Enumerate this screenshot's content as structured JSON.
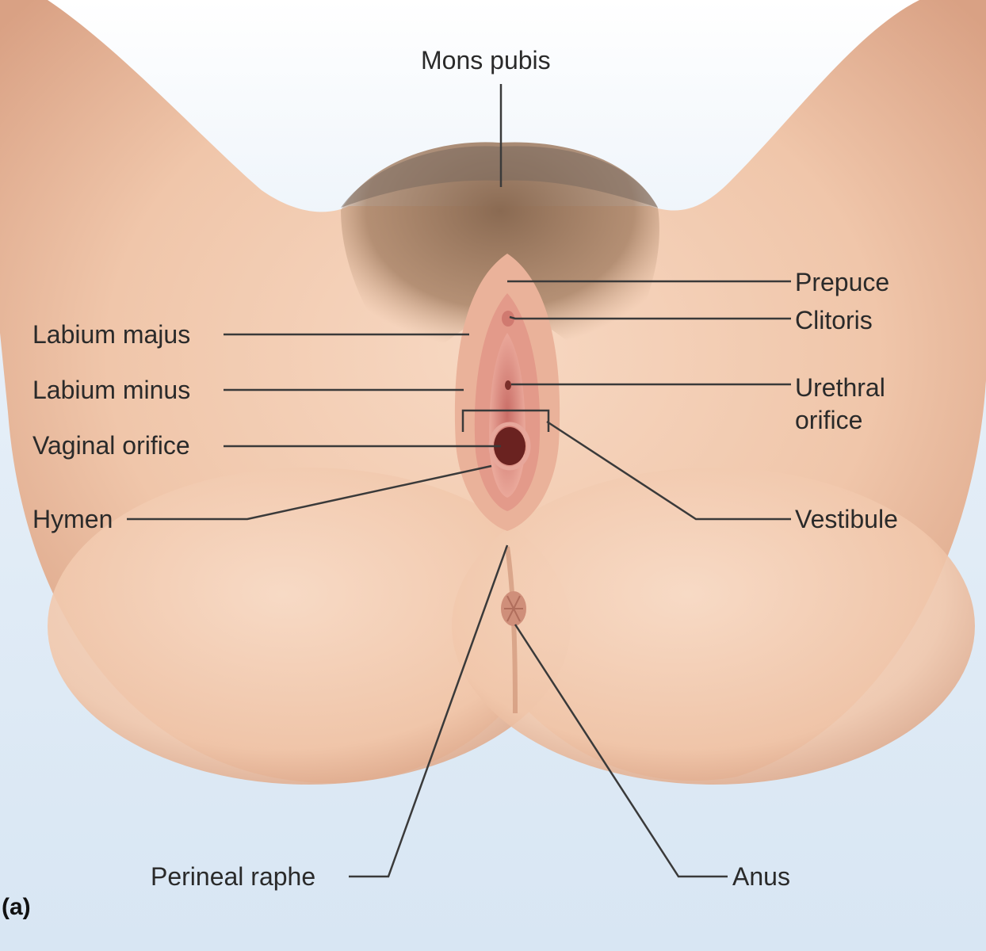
{
  "figure": {
    "panel_label": "(a)",
    "labels": {
      "mons_pubis": "Mons pubis",
      "prepuce": "Prepuce",
      "clitoris": "Clitoris",
      "labium_majus": "Labium majus",
      "labium_minus": "Labium minus",
      "urethral_orifice_line1": "Urethral",
      "urethral_orifice_line2": "orifice",
      "vaginal_orifice": "Vaginal orifice",
      "hymen": "Hymen",
      "vestibule": "Vestibule",
      "perineal_raphe": "Perineal raphe",
      "anus": "Anus"
    },
    "colors": {
      "background": "#dfeaf5",
      "skin": "#f3cdb4",
      "skin_shadow": "#d9a184",
      "hair": "#8a6a52",
      "mucosa": "#d98a80",
      "leader_line": "#3a3a3a"
    }
  }
}
